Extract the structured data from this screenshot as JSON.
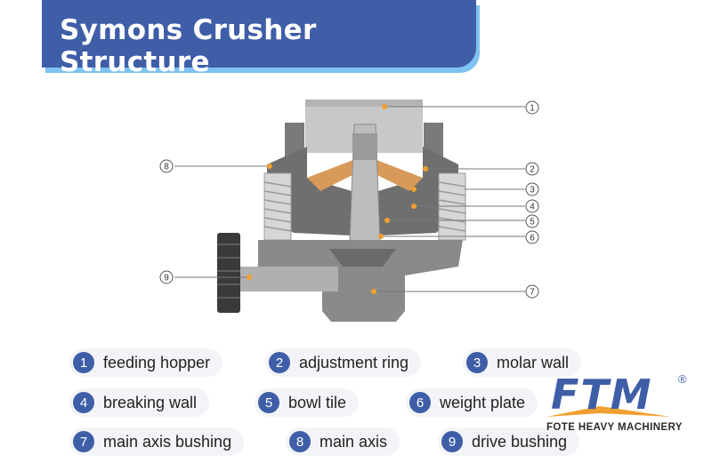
{
  "title": "Symons Crusher Structure",
  "callout_numbers": [
    "1",
    "2",
    "3",
    "4",
    "5",
    "6",
    "7",
    "8",
    "9"
  ],
  "legend": [
    {
      "num": "1",
      "label": "feeding hopper"
    },
    {
      "num": "2",
      "label": "adjustment ring"
    },
    {
      "num": "3",
      "label": "molar wall"
    },
    {
      "num": "4",
      "label": "breaking wall"
    },
    {
      "num": "5",
      "label": "bowl tile"
    },
    {
      "num": "6",
      "label": "weight plate"
    },
    {
      "num": "7",
      "label": "main axis bushing"
    },
    {
      "num": "8",
      "label": "main axis"
    },
    {
      "num": "9",
      "label": "drive bushing"
    }
  ],
  "logo": {
    "mark": "FTM",
    "registered": "®",
    "tagline": "FOTE HEAVY MACHINERY"
  },
  "colors": {
    "brand_blue": "#3f5ea8",
    "accent_light_blue": "#7ec3f0",
    "logo_orange": "#f0a030",
    "callout_dot": "#f0a030"
  }
}
